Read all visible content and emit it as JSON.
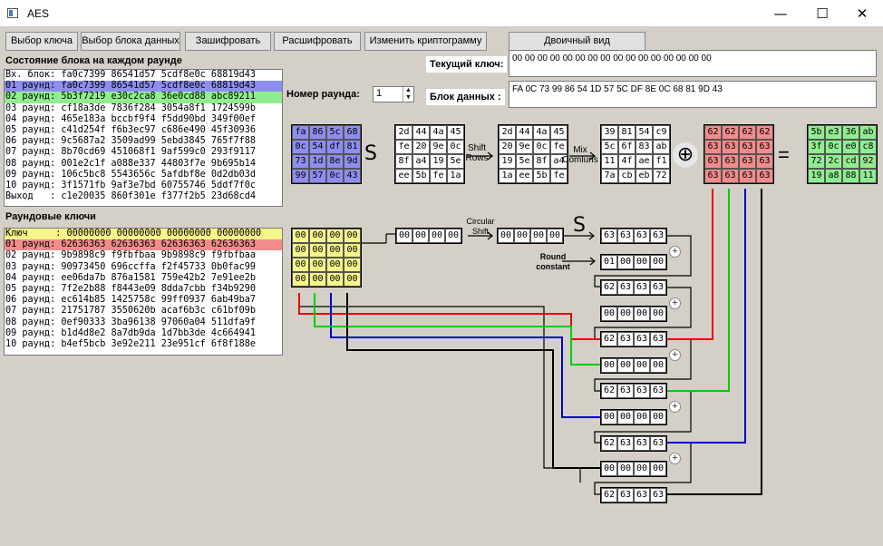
{
  "window": {
    "title": "AES",
    "minimize": "—",
    "maximize": "☐",
    "close": "✕"
  },
  "toolbar": {
    "select_key": "Выбор ключа",
    "select_block": "Выбор блока данных",
    "encrypt": "Зашифровать",
    "decrypt": "Расшифровать",
    "change_cipher": "Изменить криптограмму",
    "binary_view": "Двоичный вид"
  },
  "state_panel": {
    "heading": "Состояние блока на каждом раунде",
    "rows": [
      "Вх. блок: fa0c7399 86541d57 5cdf8e0c 68819d43",
      "01 раунд: fa0c7399 86541d57 5cdf8e0c 68819d43",
      "02 раунд: 5b3f7219 e30c2ca8 36e0cd88 abc89211",
      "03 раунд: cf18a3de 7836f284 3054a8f1 1724599b",
      "04 раунд: 465e183a bccbf9f4 f5dd90bd 349f00ef",
      "05 раунд: c41d254f f6b3ec97 c686e490 45f30936",
      "06 раунд: 9c5687a2 3509ad99 5ebd3845 765f7f88",
      "07 раунд: 8b70cd69 451068f1 9af599c0 293f9117",
      "08 раунд: 001e2c1f a088e337 44803f7e 9b695b14",
      "09 раунд: 106c5bc8 5543656c 5afdbf8e 0d2db03d",
      "10 раунд: 3f1571fb 9af3e7bd 60755746 5ddf7f0c",
      "Выход   : c1e20035 860f301e f377f2b5 23d68cd4"
    ],
    "row_colors": [
      "#ffffff",
      "#8e8ef0",
      "#90ee90"
    ]
  },
  "keys_panel": {
    "heading": "Раундовые ключи",
    "rows": [
      "Ключ     : 00000000 00000000 00000000 00000000",
      "01 раунд: 62636363 62636363 62636363 62636363",
      "02 раунд: 9b9898c9 f9fbfbaa 9b9898c9 f9fbfbaa",
      "03 раунд: 90973450 696ccffa f2f45733 0b0fac99",
      "04 раунд: ee06da7b 876a1581 759e42b2 7e91ee2b",
      "05 раунд: 7f2e2b88 f8443e09 8dda7cbb f34b9290",
      "06 раунд: ec614b85 1425758c 99ff0937 6ab49ba7",
      "07 раунд: 21751787 3550620b acaf6b3c c61bf09b",
      "08 раунд: 0ef90333 3ba96138 97060a04 511dfa9f",
      "09 раунд: b1d4d8e2 8a7db9da 1d7bb3de 4c664941",
      "10 раунд: b4ef5bcb 3e92e211 23e951cf 6f8f188e"
    ]
  },
  "round": {
    "label": "Номер раунда:",
    "value": "1"
  },
  "current_key": {
    "label": "Текущий ключ:",
    "value": "00 00 00 00 00 00 00 00 00 00 00 00 00 00 00 00"
  },
  "data_block": {
    "label": "Блок данных :",
    "value": "FA 0C 73 99 86 54 1D 57 5C DF 8E 0C 68 81 9D 43"
  },
  "ops": {
    "s": "S",
    "shift_rows": "Shift Rows",
    "mix_columns": "Mix Comluns",
    "xor": "⊕",
    "eq": "=",
    "circular_shift": "Circular Shift",
    "round_constant": "Round constant"
  },
  "matrices": {
    "input": [
      [
        "fa",
        "86",
        "5c",
        "68"
      ],
      [
        "0c",
        "54",
        "df",
        "81"
      ],
      [
        "73",
        "1d",
        "8e",
        "9d"
      ],
      [
        "99",
        "57",
        "0c",
        "43"
      ]
    ],
    "after_sub": [
      [
        "2d",
        "44",
        "4a",
        "45"
      ],
      [
        "fe",
        "20",
        "9e",
        "0c"
      ],
      [
        "8f",
        "a4",
        "19",
        "5e"
      ],
      [
        "ee",
        "5b",
        "fe",
        "1a"
      ]
    ],
    "after_shift": [
      [
        "2d",
        "44",
        "4a",
        "45"
      ],
      [
        "20",
        "9e",
        "0c",
        "fe"
      ],
      [
        "19",
        "5e",
        "8f",
        "a4"
      ],
      [
        "1a",
        "ee",
        "5b",
        "fe"
      ]
    ],
    "after_mix": [
      [
        "39",
        "81",
        "54",
        "c9"
      ],
      [
        "5c",
        "6f",
        "83",
        "ab"
      ],
      [
        "11",
        "4f",
        "ae",
        "f1"
      ],
      [
        "7a",
        "cb",
        "eb",
        "72"
      ]
    ],
    "round_key": [
      [
        "62",
        "62",
        "62",
        "62"
      ],
      [
        "63",
        "63",
        "63",
        "63"
      ],
      [
        "63",
        "63",
        "63",
        "63"
      ],
      [
        "63",
        "63",
        "63",
        "63"
      ]
    ],
    "output": [
      [
        "5b",
        "e3",
        "36",
        "ab"
      ],
      [
        "3f",
        "0c",
        "e0",
        "c8"
      ],
      [
        "72",
        "2c",
        "cd",
        "92"
      ],
      [
        "19",
        "a8",
        "88",
        "11"
      ]
    ],
    "key": [
      [
        "00",
        "00",
        "00",
        "00"
      ],
      [
        "00",
        "00",
        "00",
        "00"
      ],
      [
        "00",
        "00",
        "00",
        "00"
      ],
      [
        "00",
        "00",
        "00",
        "00"
      ]
    ]
  },
  "key_schedule": {
    "last_col": [
      "00",
      "00",
      "00",
      "00"
    ],
    "shifted": [
      "00",
      "00",
      "00",
      "00"
    ],
    "subbed": [
      "63",
      "63",
      "63",
      "63"
    ],
    "rcon": [
      "01",
      "00",
      "00",
      "00"
    ],
    "w": [
      [
        "62",
        "63",
        "63",
        "63"
      ],
      [
        "00",
        "00",
        "00",
        "00"
      ],
      [
        "62",
        "63",
        "63",
        "63"
      ],
      [
        "00",
        "00",
        "00",
        "00"
      ],
      [
        "62",
        "63",
        "63",
        "63"
      ],
      [
        "00",
        "00",
        "00",
        "00"
      ],
      [
        "62",
        "63",
        "63",
        "63"
      ],
      [
        "00",
        "00",
        "00",
        "00"
      ],
      [
        "62",
        "63",
        "63",
        "63"
      ]
    ]
  }
}
